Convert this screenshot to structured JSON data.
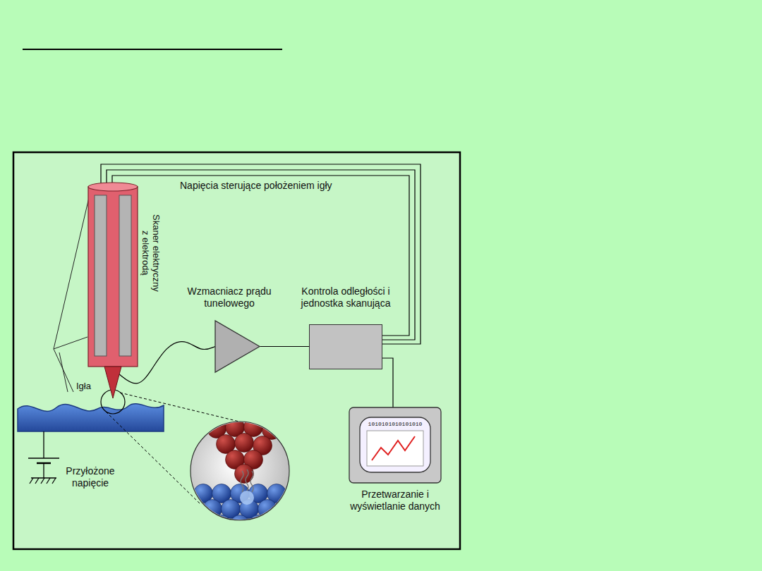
{
  "diagram": {
    "nodes": [
      {
        "text": [
          "Skaner elektryczny z elektrodą"
        ]
      },
      {
        "text": [
          "Wzmacniacz prądu tunelowego"
        ]
      },
      {
        "text": [
          "Kontrola odległości i jednostka skanująca"
        ]
      },
      {
        "text": [
          "Przetwarzanie i wyświetlanie danych"
        ]
      }
    ],
    "edges": [
      {
        "from": 0,
        "to": 1,
        "arrow": "none"
      },
      {
        "from": 1,
        "to": 2,
        "arrow": "none"
      },
      {
        "from": 2,
        "to": 0,
        "label": "Napięcia sterujące położeniem igły",
        "arrow": "none"
      },
      {
        "from": 2,
        "to": 3,
        "arrow": "none"
      }
    ],
    "labels": [
      "Igła",
      "Przyłożone napięcie",
      "1010101010101010"
    ]
  }
}
